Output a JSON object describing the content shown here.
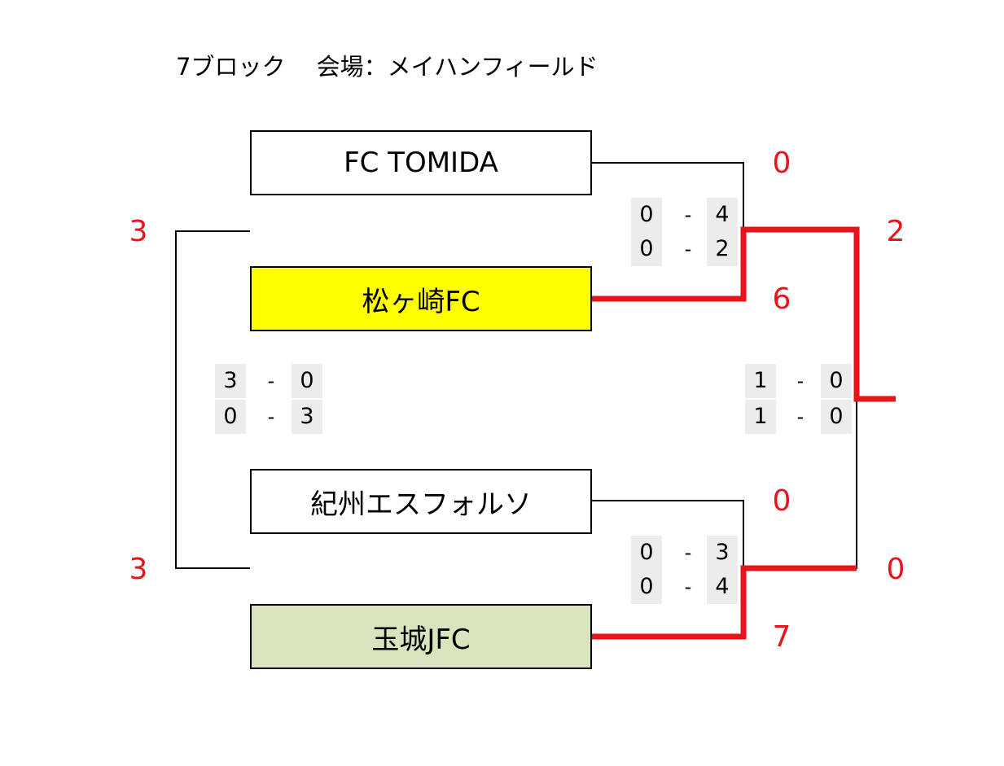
{
  "header": {
    "title": "7ブロック　 会場：メイハンフィールド"
  },
  "teams": [
    {
      "name": "FC TOMIDA",
      "color": "#ffffff"
    },
    {
      "name": "松ヶ崎FC",
      "color": "#ffff00"
    },
    {
      "name": "紀州エスフォルソ",
      "color": "#ffffff"
    },
    {
      "name": "玉城JFC",
      "color": "#d8e4bc"
    }
  ],
  "scores": {
    "tomida": "0",
    "matsugasaki": "6",
    "kishu": "0",
    "tamaki": "7",
    "semi_top": "2",
    "semi_bottom": "0",
    "left_top": "3",
    "left_bottom": "3"
  },
  "halves": {
    "match1": {
      "row1": [
        "0",
        "-",
        "4"
      ],
      "row2": [
        "0",
        "-",
        "2"
      ]
    },
    "match2": {
      "row1": [
        "0",
        "-",
        "3"
      ],
      "row2": [
        "0",
        "-",
        "4"
      ]
    },
    "match3": {
      "row1": [
        "1",
        "-",
        "0"
      ],
      "row2": [
        "1",
        "-",
        "0"
      ]
    },
    "match4": {
      "row1": [
        "3",
        "-",
        "0"
      ],
      "row2": [
        "0",
        "-",
        "3"
      ]
    }
  },
  "colors": {
    "winner_line": "#e8131b",
    "score_text": "#e8131b",
    "line": "#000000"
  }
}
